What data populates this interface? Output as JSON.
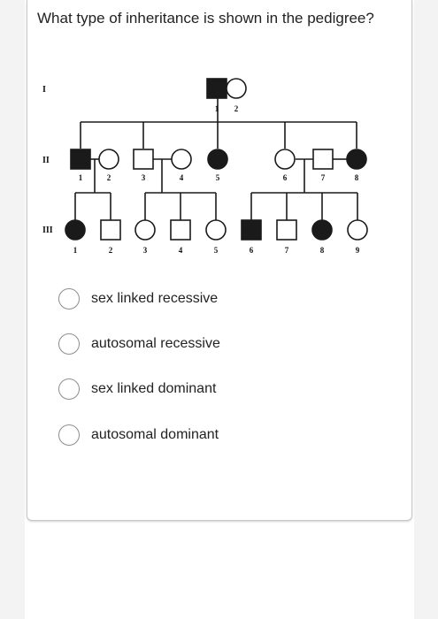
{
  "question": {
    "text": "What type of inheritance is shown in the pedigree?"
  },
  "pedigree": {
    "generation_labels": [
      "I",
      "II",
      "III"
    ],
    "generation_I": {
      "individuals": [
        {
          "number": "1",
          "sex": "male",
          "affected": true
        },
        {
          "number": "2",
          "sex": "female",
          "affected": false
        }
      ]
    },
    "generation_II": {
      "individuals": [
        {
          "number": "1",
          "sex": "male",
          "affected": true
        },
        {
          "number": "2",
          "sex": "female",
          "affected": false
        },
        {
          "number": "3",
          "sex": "male",
          "affected": false
        },
        {
          "number": "4",
          "sex": "female",
          "affected": false
        },
        {
          "number": "5",
          "sex": "female",
          "affected": true
        },
        {
          "number": "6",
          "sex": "female",
          "affected": false
        },
        {
          "number": "7",
          "sex": "male",
          "affected": false
        },
        {
          "number": "8",
          "sex": "female",
          "affected": true
        }
      ]
    },
    "generation_III": {
      "individuals": [
        {
          "number": "1",
          "sex": "female",
          "affected": true
        },
        {
          "number": "2",
          "sex": "male",
          "affected": false
        },
        {
          "number": "3",
          "sex": "female",
          "affected": false
        },
        {
          "number": "4",
          "sex": "male",
          "affected": false
        },
        {
          "number": "5",
          "sex": "female",
          "affected": false
        },
        {
          "number": "6",
          "sex": "male",
          "affected": true
        },
        {
          "number": "7",
          "sex": "male",
          "affected": false
        },
        {
          "number": "8",
          "sex": "female",
          "affected": true
        },
        {
          "number": "9",
          "sex": "female",
          "affected": false
        }
      ]
    }
  },
  "options": [
    {
      "label": "sex linked recessive",
      "selected": false
    },
    {
      "label": "autosomal recessive",
      "selected": false
    },
    {
      "label": "sex linked dominant",
      "selected": false
    },
    {
      "label": "autosomal dominant",
      "selected": false
    }
  ],
  "colors": {
    "affected": "#1a1a1a",
    "unaffected": "#ffffff",
    "line": "#1a1a1a"
  }
}
